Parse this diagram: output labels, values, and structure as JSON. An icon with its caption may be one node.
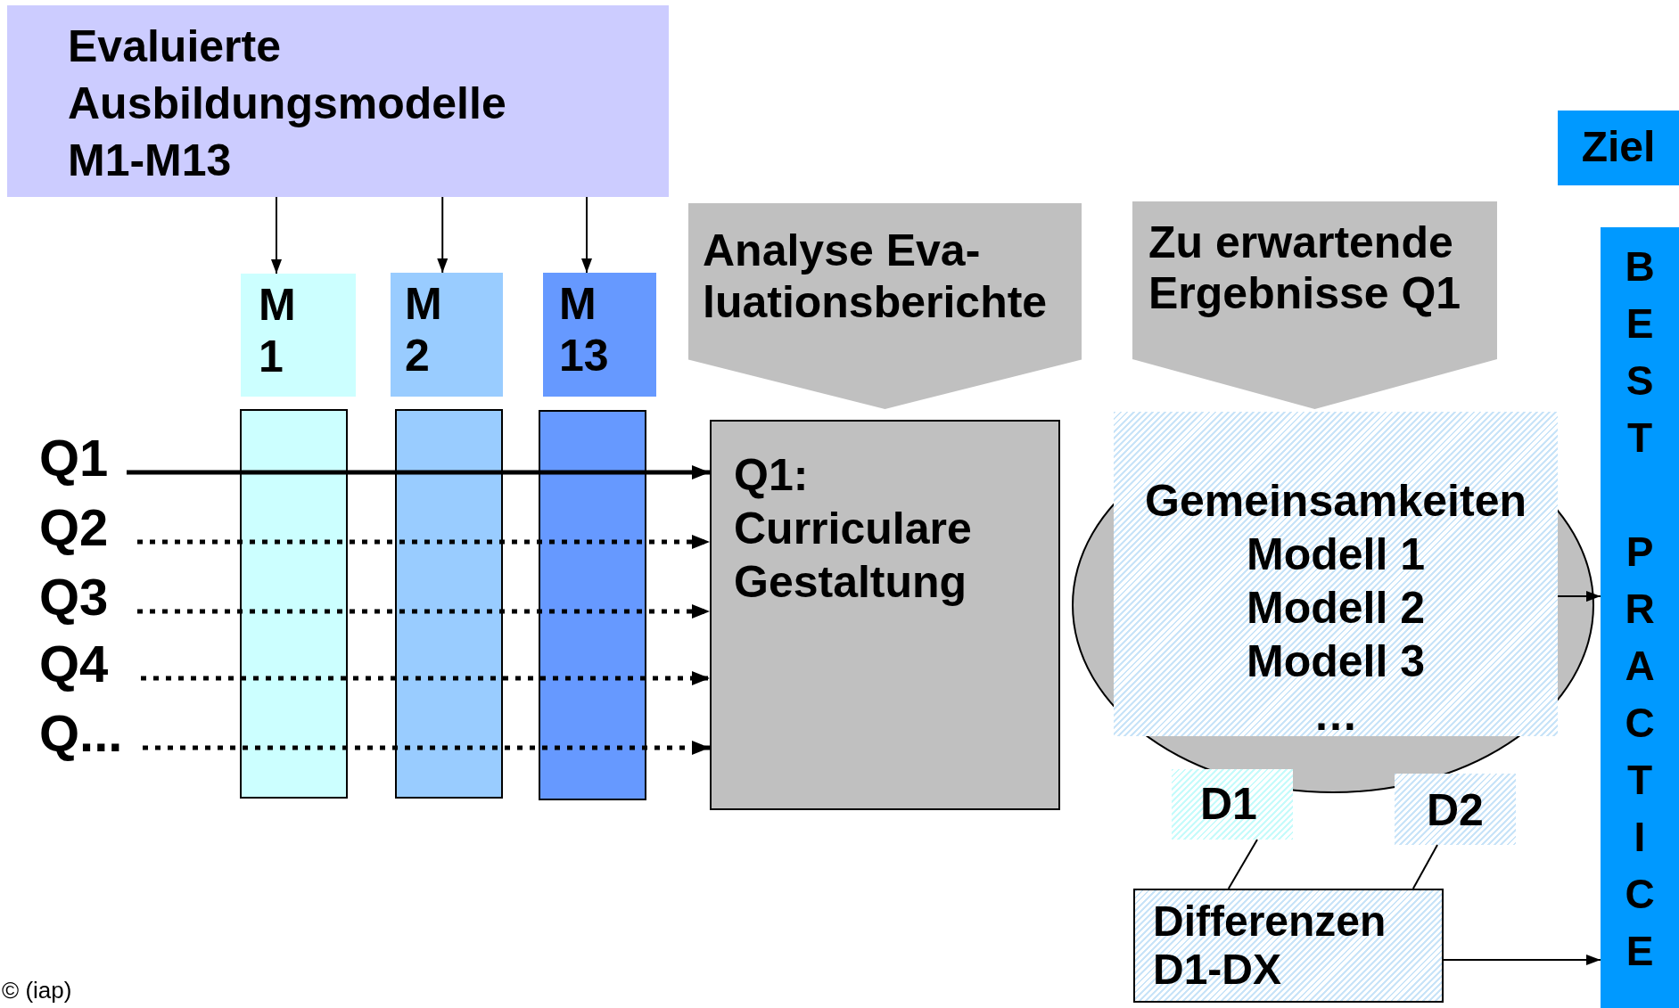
{
  "diagram": {
    "nodes": [
      {
        "text": [
          "Evaluierte Ausbildungsmodelle M1-M13"
        ]
      },
      {
        "text": [
          "M 1"
        ]
      },
      {
        "text": [
          "M 2"
        ]
      },
      {
        "text": [
          "M 13"
        ]
      },
      {
        "text": [
          "Analyse Eva- luationsberichte"
        ]
      },
      {
        "text": [
          "Q1: Curriculare Gestaltung"
        ]
      },
      {
        "text": [
          "Zu erwartende Ergebnisse Q1"
        ]
      },
      {
        "text": [
          "Gemeinsamkeiten",
          "Modell 1",
          "Modell 2",
          "Modell 3",
          "…"
        ]
      },
      {
        "text": [
          "D1"
        ]
      },
      {
        "text": [
          "D2"
        ]
      },
      {
        "text": [
          "Differenzen D1-DX"
        ]
      },
      {
        "text": [
          "Ziel"
        ]
      },
      {
        "text": [
          "BEST PRACTICE"
        ]
      },
      {
        "text": [
          "Q1"
        ]
      },
      {
        "text": [
          "Q2"
        ]
      },
      {
        "text": [
          "Q3"
        ]
      },
      {
        "text": [
          "Q4"
        ]
      },
      {
        "text": [
          "Q..."
        ]
      }
    ],
    "edges": [
      {
        "from": 0,
        "to": 1,
        "arrow": "to"
      },
      {
        "from": 0,
        "to": 2,
        "arrow": "to"
      },
      {
        "from": 0,
        "to": 3,
        "arrow": "to"
      },
      {
        "from": 13,
        "to": 5,
        "arrow": "to",
        "style": "thick"
      },
      {
        "from": 14,
        "to": 5,
        "arrow": "to",
        "style": "dashed"
      },
      {
        "from": 15,
        "to": 5,
        "arrow": "to",
        "style": "dashed"
      },
      {
        "from": 16,
        "to": 5,
        "arrow": "to",
        "style": "dashed"
      },
      {
        "from": 17,
        "to": 5,
        "arrow": "to",
        "style": "dashed"
      },
      {
        "from": 7,
        "to": 12,
        "arrow": "to"
      },
      {
        "from": 10,
        "to": 12,
        "arrow": "to"
      },
      {
        "from": 8,
        "to": 10,
        "arrow": "none"
      },
      {
        "from": 9,
        "to": 10,
        "arrow": "none"
      }
    ],
    "labels": [
      "© (iap)"
    ]
  }
}
